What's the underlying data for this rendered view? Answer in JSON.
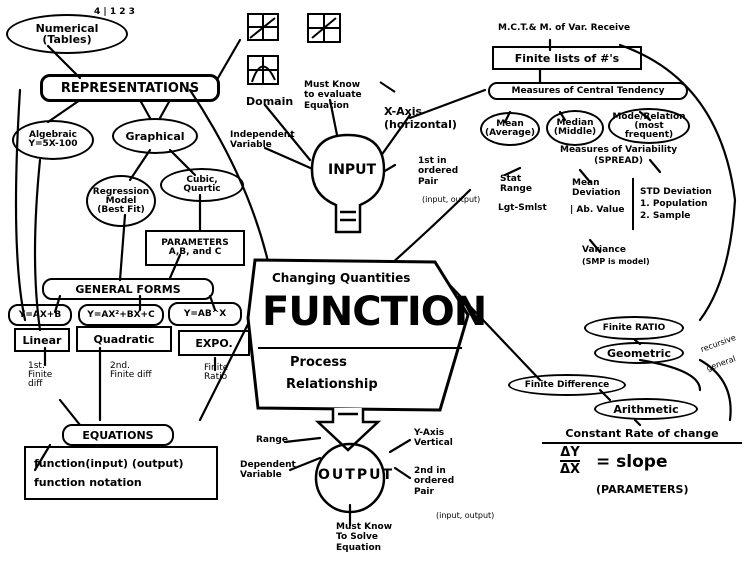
{
  "representations": {
    "title": "REPRESENTATIONS",
    "numerical": "Numerical",
    "numerical_sub": "(Tables)",
    "numerical_mark": "4 | 1 2 3",
    "algebraic": "Algebraic",
    "algebraic_eq": "Y=5X-100",
    "graphical": "Graphical",
    "regression": "Regression Model (Best Fit)",
    "cubic": "Cubic,",
    "quartic": "Quartic",
    "parameters": "PARAMETERS",
    "parameters_sub": "A,B, and C"
  },
  "general_forms": {
    "title": "GENERAL FORMS",
    "linear_eq": "Y=AX+B",
    "quadratic_eq": "Y=AX²+BX+C",
    "expo_eq": "Y=AB^X",
    "linear": "Linear",
    "quadratic": "Quadratic",
    "expo": "EXPO.",
    "linear_note": "1st. Finite diff",
    "quadratic_note": "2nd. Finite diff",
    "expo_note": "Finite Ratio"
  },
  "equations": {
    "title": "EQUATIONS",
    "line1": "function(input) (output)",
    "line2": "function notation"
  },
  "center": {
    "domain": "Domain",
    "must_know": "Must Know to evaluate Equation",
    "independent": "Independent Variable",
    "input": "INPUT",
    "x_axis": "X-Axis (horizontal)",
    "first_pair": "1st in ordered Pair",
    "first_pair_note": "(input, output)",
    "changing": "Changing Quantities",
    "function": "FUNCTION",
    "process": "Process",
    "relationship": "Relationship",
    "output": "OUTPUT",
    "range": "Range",
    "dependent": "Dependent Variable",
    "y_axis": "Y-Axis Vertical",
    "second_pair": "2nd in ordered Pair",
    "second_pair_note": "(input, output)",
    "solve": "Must Know To Solve Equation"
  },
  "statistics": {
    "header": "M.C.T.& M. of Var. Receive",
    "finite_lists": "Finite lists of #'s",
    "central": "Measures of Central Tendency",
    "mean": "Mean",
    "mean_sub": "(Average)",
    "median": "Median",
    "median_sub": "(Middle)",
    "mode": "Mode/Relation",
    "mode_sub": "(most frequent)",
    "variability": "Measures of Variability",
    "variability_sub": "(SPREAD)",
    "stat_range": "Stat Range",
    "stat_range_sub": "Lgt-Smlst",
    "mean_dev": "Mean Deviation",
    "mean_dev_sub": "| Ab. Value",
    "std_dev": "STD Deviation",
    "std_1": "1. Population",
    "std_2": "2. Sample",
    "variance": "Variance",
    "variance_sub": "(SMP is model)"
  },
  "sequences": {
    "finite_ratio": "Finite RATIO",
    "geometric": "Geometric",
    "recursive": "recursive",
    "general": "general",
    "finite_difference": "Finite Difference",
    "arithmetic": "Arithmetic",
    "constant_rate": "Constant Rate of change",
    "dy": "ΔY",
    "dx": "ΔX",
    "slope": "= slope",
    "parameters": "(PARAMETERS)"
  },
  "icon_names": [
    "graph-grid-icon",
    "graph-grid-icon",
    "graph-grid-icon",
    "funnel-icon",
    "arrow-down-icon"
  ]
}
